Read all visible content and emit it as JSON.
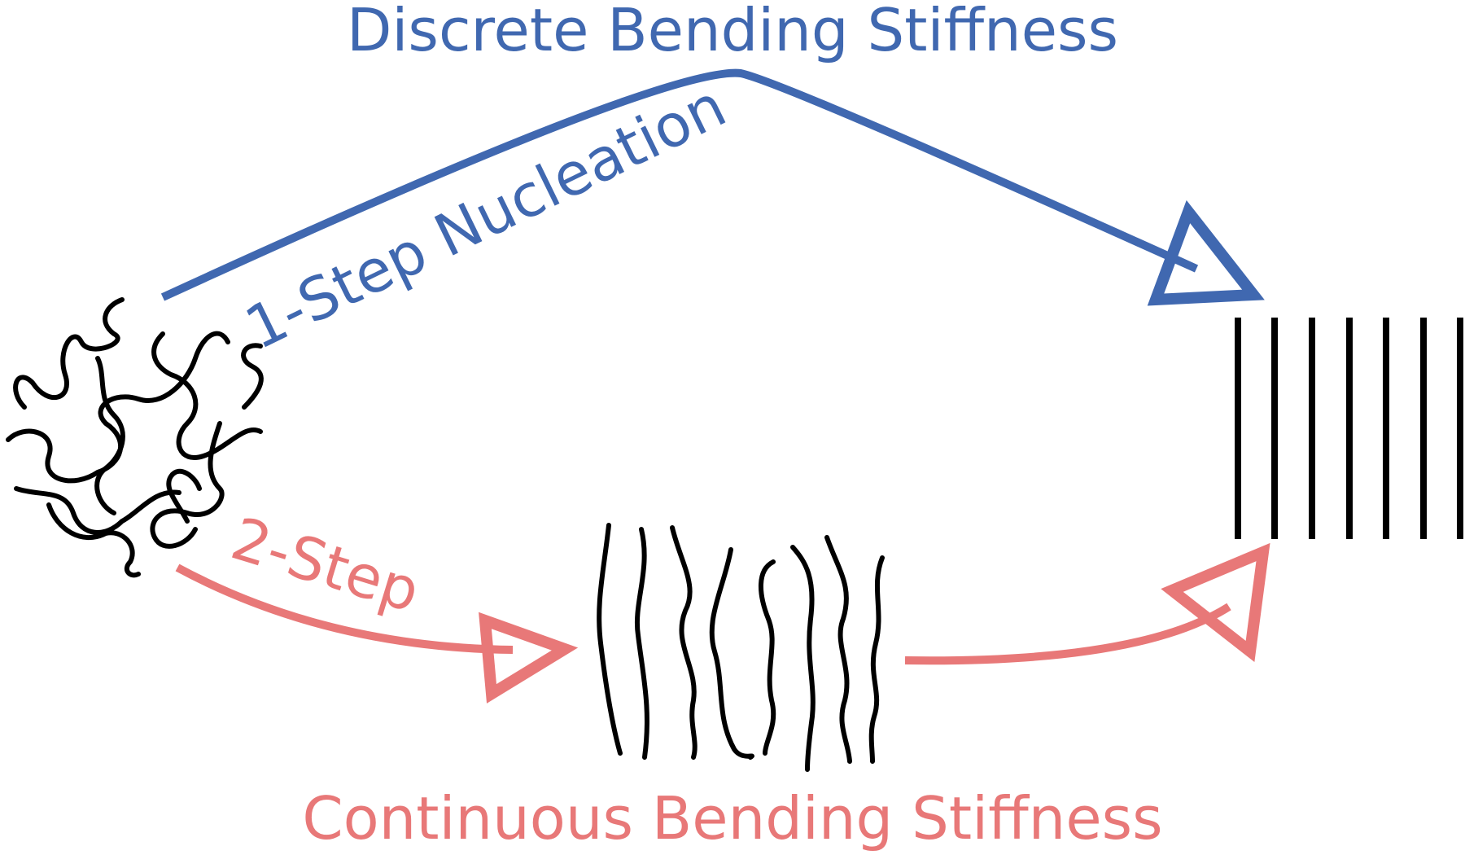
{
  "labels": {
    "discrete": "Discrete Bending Stiffness",
    "continuous": "Continuous Bending Stiffness",
    "one_step": "1-Step Nucleation",
    "two_step": "2-Step"
  },
  "colors": {
    "blue": "#4068b0",
    "pink": "#e87878",
    "black": "#000000"
  },
  "nodes": [
    {
      "name": "random-coil-state"
    },
    {
      "name": "aligned-wavy-chains-state"
    },
    {
      "name": "straight-rods-state"
    }
  ]
}
